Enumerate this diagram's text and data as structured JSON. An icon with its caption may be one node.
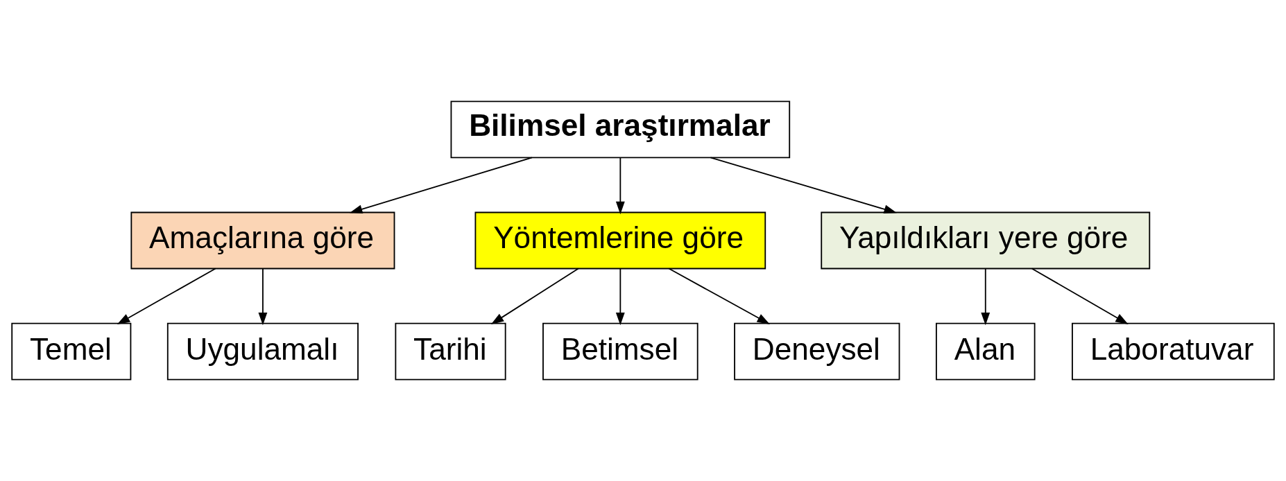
{
  "diagram": {
    "nodes": [
      {
        "text": [
          "Bilimsel araştırmalar"
        ]
      },
      {
        "text": [
          "Amaçlarına göre"
        ]
      },
      {
        "text": [
          "Yöntemlerine göre"
        ]
      },
      {
        "text": [
          "Yapıldıkları yere göre"
        ]
      },
      {
        "text": [
          "Temel"
        ]
      },
      {
        "text": [
          "Uygulamalı"
        ]
      },
      {
        "text": [
          "Tarihi"
        ]
      },
      {
        "text": [
          "Betimsel"
        ]
      },
      {
        "text": [
          "Deneysel"
        ]
      },
      {
        "text": [
          "Alan"
        ]
      },
      {
        "text": [
          "Laboratuvar"
        ]
      }
    ],
    "edges": [
      {
        "from": 0,
        "to": 1,
        "arrow": "to"
      },
      {
        "from": 0,
        "to": 2,
        "arrow": "to"
      },
      {
        "from": 0,
        "to": 3,
        "arrow": "to"
      },
      {
        "from": 1,
        "to": 4,
        "arrow": "to"
      },
      {
        "from": 1,
        "to": 5,
        "arrow": "to"
      },
      {
        "from": 2,
        "to": 6,
        "arrow": "to"
      },
      {
        "from": 2,
        "to": 7,
        "arrow": "to"
      },
      {
        "from": 2,
        "to": 8,
        "arrow": "to"
      },
      {
        "from": 3,
        "to": 9,
        "arrow": "to"
      },
      {
        "from": 3,
        "to": 10,
        "arrow": "to"
      }
    ]
  }
}
